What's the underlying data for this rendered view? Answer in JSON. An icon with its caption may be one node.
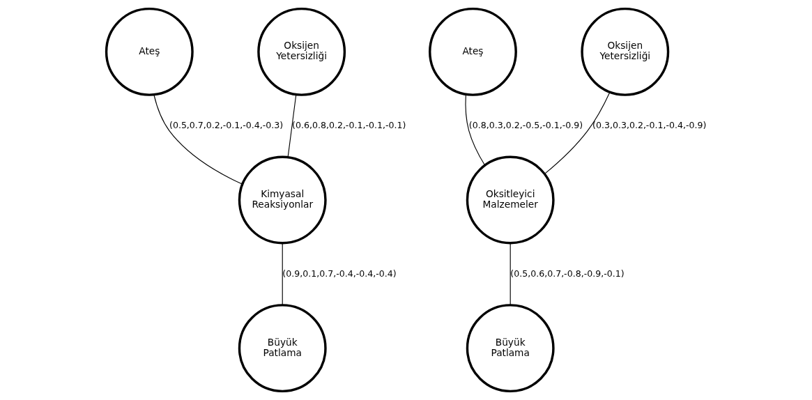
{
  "diagram": {
    "nodes": [
      {
        "text": [
          "Ateş"
        ]
      },
      {
        "text": [
          "Oksijen Yetersizliği"
        ]
      },
      {
        "text": [
          "Kimyasal Reaksiyonlar"
        ]
      },
      {
        "text": [
          "Büyük Patlama"
        ]
      },
      {
        "text": [
          "Ateş"
        ]
      },
      {
        "text": [
          "Oksijen Yetersizliği"
        ]
      },
      {
        "text": [
          "Oksitleyici Malzemeler"
        ]
      },
      {
        "text": [
          "Büyük Patlama"
        ]
      }
    ],
    "edges": [
      {
        "from": 0,
        "to": 2,
        "arrow": "none",
        "label": "(0.5,0.7,0.2,-0.1,-0.4,-0.3)"
      },
      {
        "from": 1,
        "to": 2,
        "arrow": "none",
        "label": "(0.6,0.8,0.2,-0.1,-0.1,-0.1)"
      },
      {
        "from": 2,
        "to": 3,
        "arrow": "none",
        "label": "(0.9,0.1,0.7,-0.4,-0.4,-0.4)"
      },
      {
        "from": 4,
        "to": 6,
        "arrow": "none",
        "label": "(0.8,0.3,0.2,-0.5,-0.1,-0.9)"
      },
      {
        "from": 5,
        "to": 6,
        "arrow": "none",
        "label": "(0.3,0.3,0.2,-0.1,-0.4,-0.9)"
      },
      {
        "from": 6,
        "to": 7,
        "arrow": "none",
        "label": "(0.5,0.6,0.7,-0.8,-0.9,-0.1)"
      }
    ]
  }
}
